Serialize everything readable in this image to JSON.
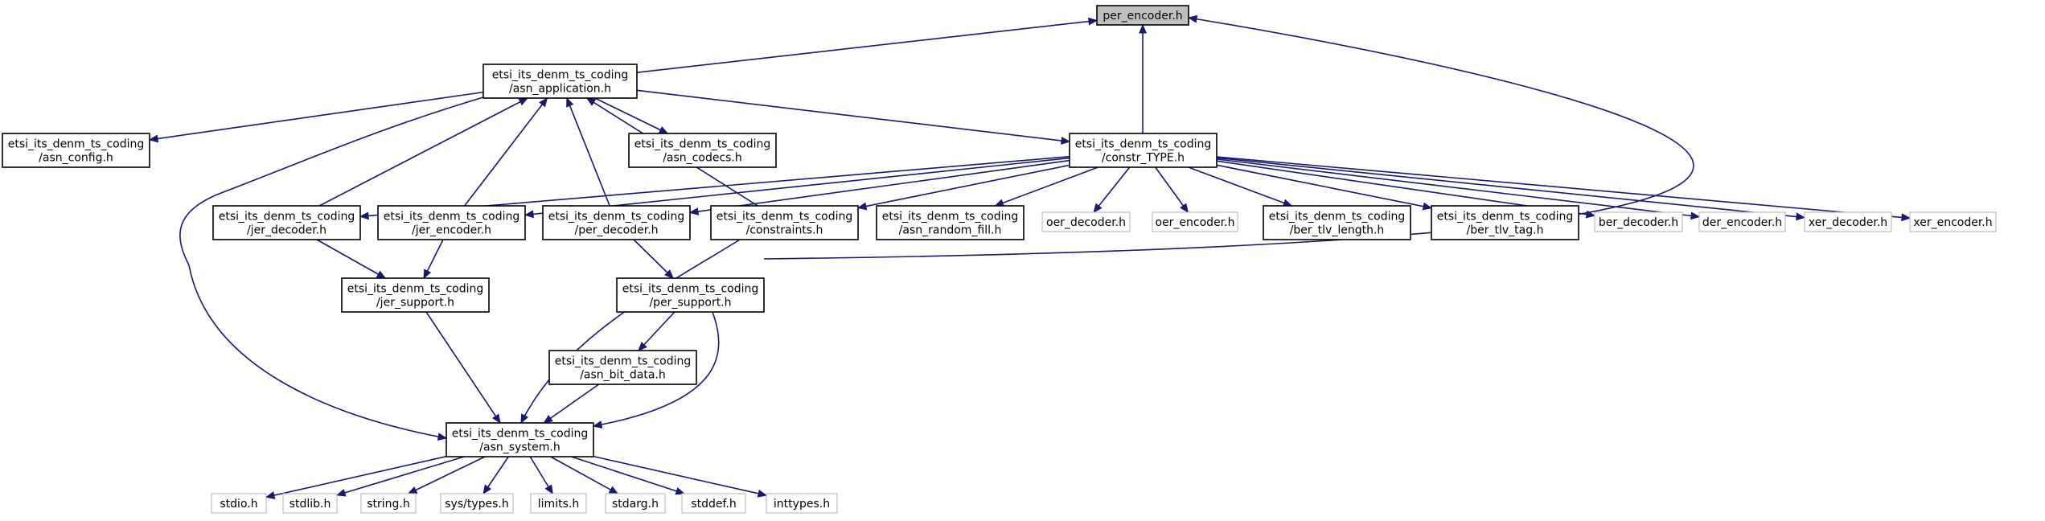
{
  "diagram": {
    "type": "include-dependency-graph",
    "nodes": [
      {
        "id": "per_encoder",
        "lines": [
          "per_encoder.h"
        ],
        "kind": "root"
      },
      {
        "id": "asn_application",
        "lines": [
          "etsi_its_denm_ts_coding",
          "/asn_application.h"
        ],
        "kind": "internal"
      },
      {
        "id": "asn_config",
        "lines": [
          "etsi_its_denm_ts_coding",
          "/asn_config.h"
        ],
        "kind": "internal"
      },
      {
        "id": "asn_codecs",
        "lines": [
          "etsi_its_denm_ts_coding",
          "/asn_codecs.h"
        ],
        "kind": "internal"
      },
      {
        "id": "constr_TYPE",
        "lines": [
          "etsi_its_denm_ts_coding",
          "/constr_TYPE.h"
        ],
        "kind": "internal"
      },
      {
        "id": "jer_decoder",
        "lines": [
          "etsi_its_denm_ts_coding",
          "/jer_decoder.h"
        ],
        "kind": "internal"
      },
      {
        "id": "jer_encoder",
        "lines": [
          "etsi_its_denm_ts_coding",
          "/jer_encoder.h"
        ],
        "kind": "internal"
      },
      {
        "id": "per_decoder",
        "lines": [
          "etsi_its_denm_ts_coding",
          "/per_decoder.h"
        ],
        "kind": "internal"
      },
      {
        "id": "constraints",
        "lines": [
          "etsi_its_denm_ts_coding",
          "/constraints.h"
        ],
        "kind": "internal"
      },
      {
        "id": "asn_random_fill",
        "lines": [
          "etsi_its_denm_ts_coding",
          "/asn_random_fill.h"
        ],
        "kind": "internal"
      },
      {
        "id": "oer_decoder",
        "lines": [
          "oer_decoder.h"
        ],
        "kind": "external"
      },
      {
        "id": "oer_encoder",
        "lines": [
          "oer_encoder.h"
        ],
        "kind": "external"
      },
      {
        "id": "ber_tlv_length",
        "lines": [
          "etsi_its_denm_ts_coding",
          "/ber_tlv_length.h"
        ],
        "kind": "internal"
      },
      {
        "id": "ber_tlv_tag",
        "lines": [
          "etsi_its_denm_ts_coding",
          "/ber_tlv_tag.h"
        ],
        "kind": "internal"
      },
      {
        "id": "ber_decoder",
        "lines": [
          "ber_decoder.h"
        ],
        "kind": "external"
      },
      {
        "id": "der_encoder",
        "lines": [
          "der_encoder.h"
        ],
        "kind": "external"
      },
      {
        "id": "xer_decoder",
        "lines": [
          "xer_decoder.h"
        ],
        "kind": "external"
      },
      {
        "id": "xer_encoder",
        "lines": [
          "xer_encoder.h"
        ],
        "kind": "external"
      },
      {
        "id": "jer_support",
        "lines": [
          "etsi_its_denm_ts_coding",
          "/jer_support.h"
        ],
        "kind": "internal"
      },
      {
        "id": "per_support",
        "lines": [
          "etsi_its_denm_ts_coding",
          "/per_support.h"
        ],
        "kind": "internal"
      },
      {
        "id": "asn_bit_data",
        "lines": [
          "etsi_its_denm_ts_coding",
          "/asn_bit_data.h"
        ],
        "kind": "internal"
      },
      {
        "id": "asn_system",
        "lines": [
          "etsi_its_denm_ts_coding",
          "/asn_system.h"
        ],
        "kind": "internal"
      },
      {
        "id": "stdio",
        "lines": [
          "stdio.h"
        ],
        "kind": "external"
      },
      {
        "id": "stdlib",
        "lines": [
          "stdlib.h"
        ],
        "kind": "external"
      },
      {
        "id": "string",
        "lines": [
          "string.h"
        ],
        "kind": "external"
      },
      {
        "id": "sys_types",
        "lines": [
          "sys/types.h"
        ],
        "kind": "external"
      },
      {
        "id": "limits",
        "lines": [
          "limits.h"
        ],
        "kind": "external"
      },
      {
        "id": "stdarg",
        "lines": [
          "stdarg.h"
        ],
        "kind": "external"
      },
      {
        "id": "stddef",
        "lines": [
          "stddef.h"
        ],
        "kind": "external"
      },
      {
        "id": "inttypes",
        "lines": [
          "inttypes.h"
        ],
        "kind": "external"
      }
    ],
    "edges": [
      {
        "from": "per_encoder",
        "to": "asn_application"
      },
      {
        "from": "per_encoder",
        "to": "constr_TYPE"
      },
      {
        "from": "per_encoder",
        "to": "per_support"
      },
      {
        "from": "asn_application",
        "to": "asn_config"
      },
      {
        "from": "asn_application",
        "to": "asn_system"
      },
      {
        "from": "asn_application",
        "to": "asn_codecs"
      },
      {
        "from": "asn_application",
        "to": "constr_TYPE"
      },
      {
        "from": "jer_decoder",
        "to": "asn_application"
      },
      {
        "from": "jer_encoder",
        "to": "asn_application"
      },
      {
        "from": "per_decoder",
        "to": "asn_application"
      },
      {
        "from": "constraints",
        "to": "asn_application"
      },
      {
        "from": "constr_TYPE",
        "to": "jer_decoder"
      },
      {
        "from": "constr_TYPE",
        "to": "jer_encoder"
      },
      {
        "from": "constr_TYPE",
        "to": "per_decoder"
      },
      {
        "from": "constr_TYPE",
        "to": "constraints"
      },
      {
        "from": "constr_TYPE",
        "to": "asn_random_fill"
      },
      {
        "from": "constr_TYPE",
        "to": "oer_decoder"
      },
      {
        "from": "constr_TYPE",
        "to": "oer_encoder"
      },
      {
        "from": "constr_TYPE",
        "to": "ber_tlv_length"
      },
      {
        "from": "constr_TYPE",
        "to": "ber_tlv_tag"
      },
      {
        "from": "constr_TYPE",
        "to": "ber_decoder"
      },
      {
        "from": "constr_TYPE",
        "to": "der_encoder"
      },
      {
        "from": "constr_TYPE",
        "to": "xer_decoder"
      },
      {
        "from": "constr_TYPE",
        "to": "xer_encoder"
      },
      {
        "from": "jer_decoder",
        "to": "jer_support"
      },
      {
        "from": "jer_encoder",
        "to": "jer_support"
      },
      {
        "from": "jer_support",
        "to": "asn_system"
      },
      {
        "from": "per_decoder",
        "to": "per_support"
      },
      {
        "from": "constraints",
        "to": "asn_system"
      },
      {
        "from": "per_support",
        "to": "asn_bit_data"
      },
      {
        "from": "per_support",
        "to": "asn_system"
      },
      {
        "from": "asn_bit_data",
        "to": "asn_system"
      },
      {
        "from": "asn_system",
        "to": "stdio"
      },
      {
        "from": "asn_system",
        "to": "stdlib"
      },
      {
        "from": "asn_system",
        "to": "string"
      },
      {
        "from": "asn_system",
        "to": "sys_types"
      },
      {
        "from": "asn_system",
        "to": "limits"
      },
      {
        "from": "asn_system",
        "to": "stdarg"
      },
      {
        "from": "asn_system",
        "to": "stddef"
      },
      {
        "from": "asn_system",
        "to": "inttypes"
      }
    ],
    "colors": {
      "edge": "#191970",
      "root_fill": "#bfbfbf",
      "node_border": "#000000",
      "external_border": "#bfbfbf",
      "background": "#ffffff"
    }
  }
}
